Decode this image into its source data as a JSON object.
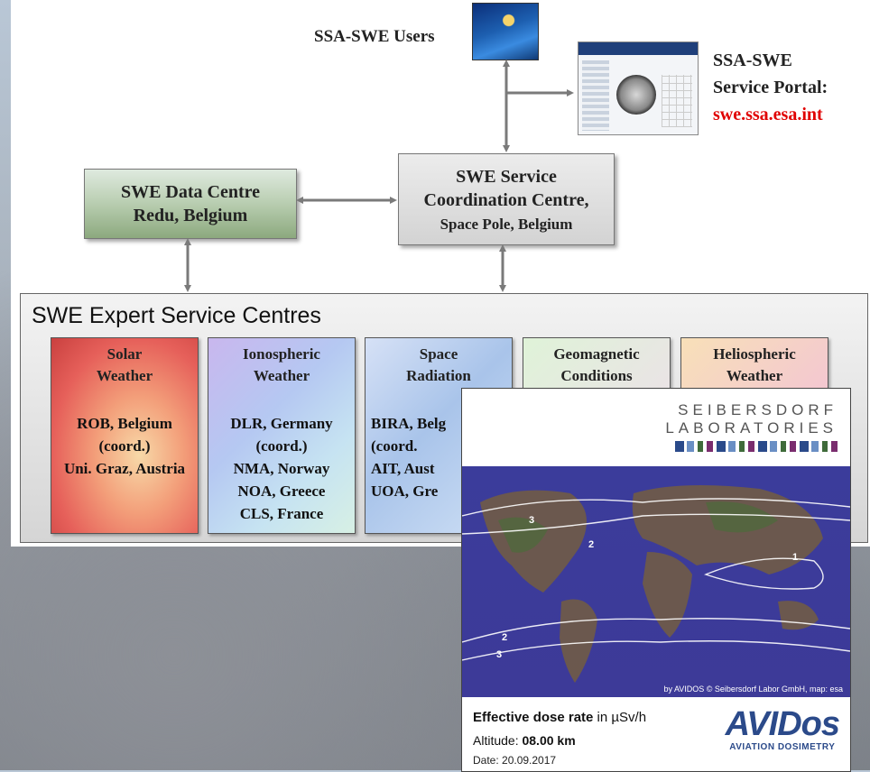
{
  "users": {
    "label": "SSA-SWE Users"
  },
  "portal": {
    "line1": "SSA-SWE",
    "line2": "Service Portal:",
    "url": "swe.ssa.esa.int"
  },
  "data_centre": {
    "line1": "SWE Data Centre",
    "line2": "Redu, Belgium"
  },
  "coordination": {
    "line1": "SWE Service",
    "line2": "Coordination Centre,",
    "line3": "Space Pole, Belgium"
  },
  "expert": {
    "title": "SWE Expert Service Centres",
    "centres": [
      {
        "name": "Solar\nWeather",
        "members": "ROB, Belgium\n(coord.)\nUni. Graz, Austria"
      },
      {
        "name": "Ionospheric\nWeather",
        "members": "DLR, Germany\n(coord.)\nNMA, Norway\nNOA, Greece\nCLS, France"
      },
      {
        "name": "Space\nRadiation",
        "members": "BIRA, Belg\n(coord.\nAIT, Aust\nUOA, Gre"
      },
      {
        "name": "Geomagnetic\nConditions",
        "members": ""
      },
      {
        "name": "Heliospheric\nWeather",
        "members": ""
      }
    ]
  },
  "overlay": {
    "brand_line1": "SEIBERSDORF",
    "brand_line2": "LABORATORIES",
    "map_credit": "by AVIDOS © Seibersdorf Labor GmbH, map: esa",
    "contour_labels": [
      "3",
      "2",
      "1",
      "2",
      "3"
    ],
    "dose_bold": "Effective dose rate",
    "dose_rest": " in µSv/h",
    "altitude_label": "Altitude: ",
    "altitude_value": "08.00 km",
    "date": "Date: 20.09.2017",
    "logo": "AVIDos",
    "logo_sub": "AVIATION DOSIMETRY"
  },
  "colors": {
    "portal_url": "#e00000",
    "map_background": "#3b3c9b",
    "logo": "#2b4a8a"
  }
}
